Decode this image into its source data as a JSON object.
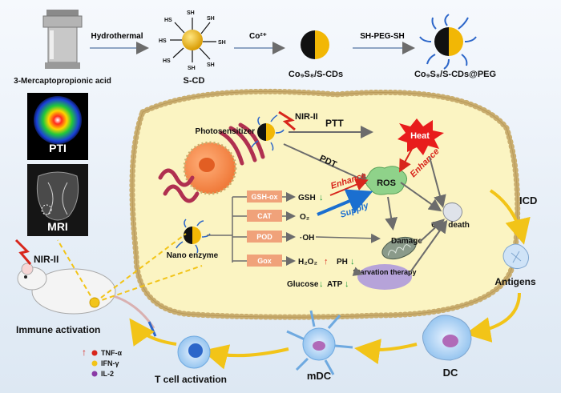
{
  "synthesis": {
    "precursor": "3-Mercaptopropionic acid",
    "step1": "Hydrothermal",
    "scd": "S-CD",
    "sh": "SH",
    "hs": "HS",
    "step2": "Co²⁺",
    "co9s8": "Co₉S₈/S-CDs",
    "step3": "SH-PEG-SH",
    "peg": "Co₉S₈/S-CDs@PEG"
  },
  "imaging": {
    "pti": "PTI",
    "mri": "MRI"
  },
  "cell": {
    "nir": "NIR-II",
    "photosensitizer": "Photosensitizer",
    "ptt": "PTT",
    "pdt": "PDT",
    "heat": "Heat",
    "ros": "ROS",
    "enhance1": "Enhance",
    "enhance2": "Enhance",
    "supply": "Supply",
    "cell_death": "Cell death",
    "damage": "Damage",
    "starvation": "Starvation therapy",
    "nano_enzyme": "Nano enzyme",
    "enzymes": [
      "GSH-ox",
      "CAT",
      "POD",
      "Gox"
    ],
    "gsh": "GSH",
    "o2": "O₂",
    "oh": "·OH",
    "h2o2": "H₂O₂",
    "ph": "PH",
    "glucose": "Glucose",
    "atp": "ATP"
  },
  "immune": {
    "nir": "NIR-II",
    "immune_activation": "Immune activation",
    "icd": "ICD",
    "antigens": "Antigens",
    "dc": "DC",
    "mdc": "mDC",
    "t_cell": "T cell activation",
    "cytokines": [
      "TNF-α",
      "IFN-γ",
      "IL-2"
    ]
  },
  "colors": {
    "enzyme_box": "#f0a27a",
    "cell_fill": "#fbf4c2",
    "membrane": "#c9ad6e",
    "accent_red": "#d8261c",
    "accent_blue": "#1b6fd0",
    "arrow_yellow": "#f2c418"
  }
}
